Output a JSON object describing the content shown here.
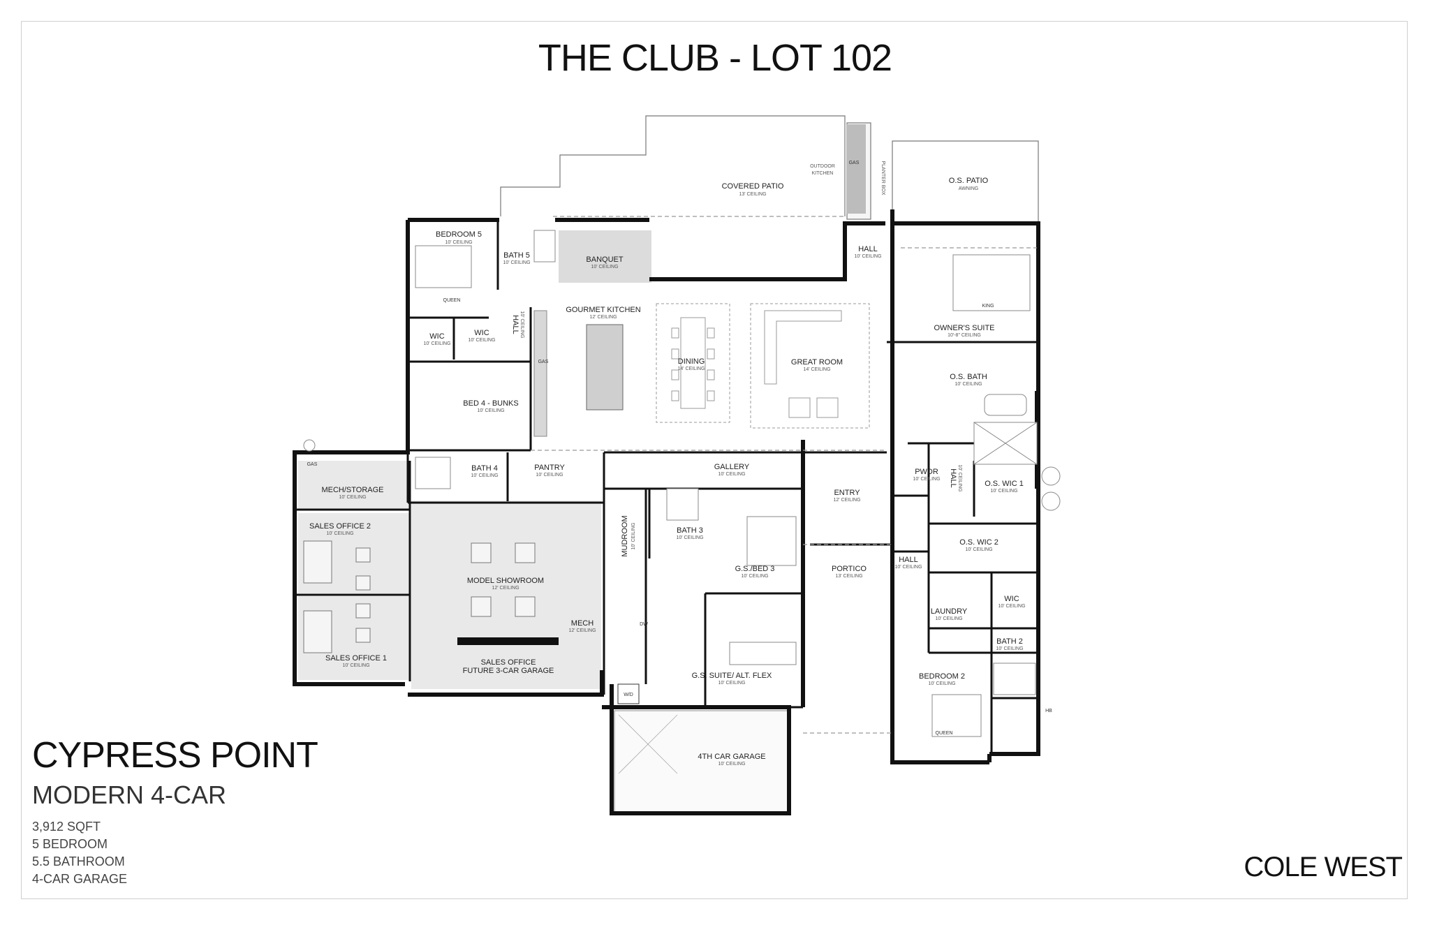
{
  "title": "THE CLUB - LOT 102",
  "plan": {
    "name": "CYPRESS POINT",
    "subtitle": "MODERN 4-CAR",
    "stats": [
      "3,912 SQFT",
      "5 BEDROOM",
      "5.5 BATHROOM",
      "4-CAR GARAGE"
    ]
  },
  "brand": "COLE WEST",
  "rooms": {
    "covered_patio": {
      "name": "COVERED PATIO",
      "ceiling": "13' CEILING"
    },
    "outdoor_kitchen_1": "OUTDOOR",
    "outdoor_kitchen_2": "KITCHEN",
    "planter_box": "PLANTER BOX",
    "os_patio": {
      "name": "O.S. PATIO",
      "ceiling": "AWNING"
    },
    "bedroom5": {
      "name": "BEDROOM 5",
      "ceiling": "10' CEILING"
    },
    "bath5": {
      "name": "BATH 5",
      "ceiling": "10' CEILING"
    },
    "banquet": {
      "name": "BANQUET",
      "ceiling": "10' CEILING"
    },
    "hall_top": {
      "name": "HALL",
      "ceiling": "10' CEILING"
    },
    "gourmet_kitchen": {
      "name": "GOURMET KITCHEN",
      "ceiling": "12' CEILING"
    },
    "dining": {
      "name": "DINING",
      "ceiling": "14' CEILING"
    },
    "great_room": {
      "name": "GREAT ROOM",
      "ceiling": "14' CEILING"
    },
    "owners_suite": {
      "name": "OWNER'S SUITE",
      "ceiling": "10'-8\" CEILING"
    },
    "wic_a": {
      "name": "WIC",
      "ceiling": "10' CEILING"
    },
    "wic_b": {
      "name": "WIC",
      "ceiling": "10' CEILING"
    },
    "hall_left": {
      "name": "HALL",
      "ceiling": "10' CEILING"
    },
    "bed4": {
      "name": "BED 4 - BUNKS",
      "ceiling": "10' CEILING"
    },
    "os_bath": {
      "name": "O.S. BATH",
      "ceiling": "10' CEILING"
    },
    "bath4": {
      "name": "BATH 4",
      "ceiling": "10' CEILING"
    },
    "pantry": {
      "name": "PANTRY",
      "ceiling": "10' CEILING"
    },
    "gallery": {
      "name": "GALLERY",
      "ceiling": "10' CEILING"
    },
    "entry": {
      "name": "ENTRY",
      "ceiling": "12' CEILING"
    },
    "pwdr": {
      "name": "PWDR",
      "ceiling": "10' CEILING"
    },
    "hall_right": {
      "name": "HALL",
      "ceiling": "10' CEILING"
    },
    "os_wic1": {
      "name": "O.S. WIC 1",
      "ceiling": "10' CEILING"
    },
    "mech_storage": {
      "name": "MECH/STORAGE",
      "ceiling": "10' CEILING"
    },
    "sales_office2": {
      "name": "SALES OFFICE 2",
      "ceiling": "10' CEILING"
    },
    "sales_office1": {
      "name": "SALES OFFICE 1",
      "ceiling": "10' CEILING"
    },
    "model_showroom": {
      "name": "MODEL SHOWROOM",
      "ceiling": "12' CEILING"
    },
    "sales_office_garage": {
      "name": "SALES OFFICE",
      "line2": "FUTURE 3-CAR GARAGE"
    },
    "mudroom": {
      "name": "MUDROOM",
      "ceiling": "10' CEILING"
    },
    "bath3": {
      "name": "BATH 3",
      "ceiling": "10' CEILING"
    },
    "gs_bed3": {
      "name": "G.S./BED 3",
      "ceiling": "10' CEILING"
    },
    "portico": {
      "name": "PORTICO",
      "ceiling": "13' CEILING"
    },
    "os_wic2": {
      "name": "O.S. WIC 2",
      "ceiling": "10' CEILING"
    },
    "hall_mid": {
      "name": "HALL",
      "ceiling": "10' CEILING"
    },
    "mech": {
      "name": "MECH",
      "ceiling": "12' CEILING"
    },
    "laundry": {
      "name": "LAUNDRY",
      "ceiling": "10' CEILING"
    },
    "wic_right": {
      "name": "WIC",
      "ceiling": "10' CEILING"
    },
    "bath2": {
      "name": "BATH 2",
      "ceiling": "10' CEILING"
    },
    "gs_suite": {
      "name": "G.S. SUITE/ ALT. FLEX",
      "ceiling": "10' CEILING"
    },
    "bedroom2": {
      "name": "BEDROOM 2",
      "ceiling": "10' CEILING"
    },
    "fourth_garage": {
      "name": "4TH CAR GARAGE",
      "ceiling": "10' CEILING"
    }
  },
  "fixtures": {
    "gas": "GAS",
    "queen": "QUEEN",
    "king": "KING",
    "wd": "W/D",
    "dw": "DW",
    "hb": "HB"
  }
}
